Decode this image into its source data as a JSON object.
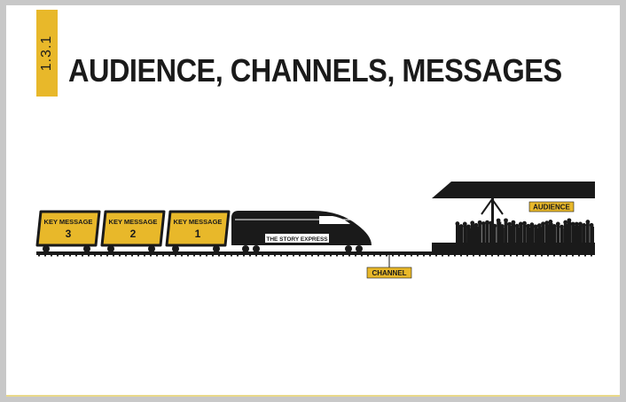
{
  "slide": {
    "section_number": "1.3.1",
    "title": "AUDIENCE, CHANNELS, MESSAGES"
  },
  "train": {
    "locomotive_label": "THE STORY EXPRESS",
    "cars": [
      {
        "line1": "KEY MESSAGE",
        "line2": "3"
      },
      {
        "line1": "KEY MESSAGE",
        "line2": "2"
      },
      {
        "line1": "KEY MESSAGE",
        "line2": "1"
      }
    ]
  },
  "labels": {
    "channel": "CHANNEL",
    "audience": "AUDIENCE"
  },
  "colors": {
    "accent": "#e8b82a",
    "ink": "#1a1a1a",
    "background": "#ffffff"
  }
}
